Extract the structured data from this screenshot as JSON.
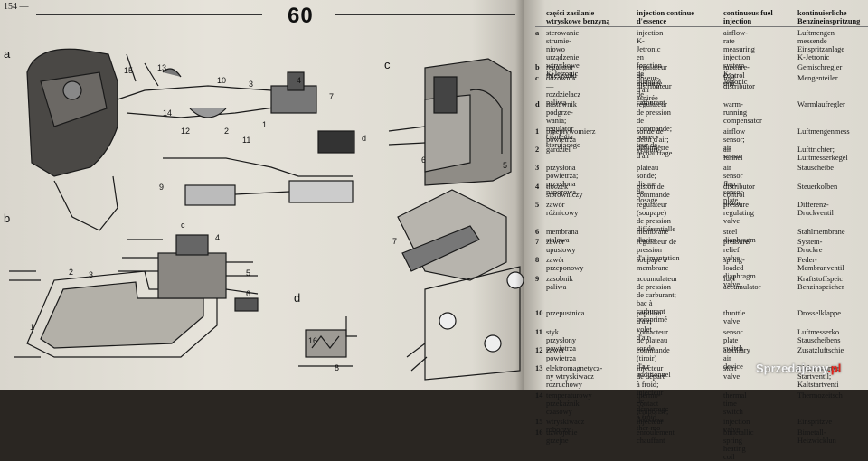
{
  "left_page": {
    "page_number": "154 —",
    "chapter_number": "60",
    "figures": {
      "a": {
        "letter": "a",
        "callouts": [
          "15",
          "13",
          "10",
          "3",
          "4",
          "7",
          "1",
          "2",
          "14",
          "12",
          "11",
          "d",
          "9"
        ]
      },
      "b": {
        "letter": "b",
        "callouts": [
          "c",
          "4",
          "5",
          "6",
          "2",
          "3",
          "1"
        ]
      },
      "c": {
        "letter": "c",
        "callouts": [
          "6",
          "5",
          "7"
        ]
      },
      "d": {
        "letter": "d",
        "callouts": [
          "16",
          "8"
        ]
      }
    }
  },
  "right_page": {
    "headers": {
      "polish": "części zasilanie\nwtryskowe benzyną",
      "french": "injection continue\nd'essence",
      "english": "continuous fuel\ninjection",
      "german": "kontinuierliche\nBenzineinspritzung"
    },
    "rows": [
      {
        "num": "a",
        "pl": "sterowanie strumie-\nniowo urządzenie\nwtryskowe\nK-Jetronic",
        "fr": "injection K-Jetronic\nen fonction\nde quantité d'air\naspirée",
        "en": "airflow-rate\nmeasuring\ninjection system\nK-Jetronic",
        "de": "Luftmengen\nmessende\nEinspritzanlage\nK-Jetronic"
      },
      {
        "num": "b",
        "pl": "regulator mieszanki",
        "fr": "régulateur de mélange",
        "en": "mixture-control unit",
        "de": "Gemischregler"
      },
      {
        "num": "c",
        "pl": "dozownik\n— rozdzielacz\npaliwa",
        "fr": "doseur-distributeur\nde carburant",
        "en": "fuel distributor",
        "de": "Mengenteiler"
      },
      {
        "num": "d",
        "pl": "nastawnik podgrze-\nwania; regulator\nciśnienia sterującego",
        "fr": "régulateur de pression\nde commande; correc-\nteur de réchauffage",
        "en": "warm-running\ncompensator",
        "de": "Warmlaufregler"
      },
      {
        "num": "1",
        "pl": "przepływomierz\npowietrza",
        "fr": "sonde de débit d'air;\ndébitmètre d'air",
        "en": "airflow sensor; air\nsensor",
        "de": "Luftmengenmess"
      },
      {
        "num": "2",
        "pl": "gardziel",
        "fr": "venturi",
        "en": "air funnel",
        "de": "Lufttrichter;\nLuftmesserkegel"
      },
      {
        "num": "3",
        "pl": "przysłona powietrza;\nprzysłona naporowa",
        "fr": "plateau sonde;\ndisque de dosage",
        "en": "air sensor flap;\nsensor plate",
        "de": "Stauscheibe"
      },
      {
        "num": "4",
        "pl": "tłoczek sterowniczy",
        "fr": "piston de commande",
        "en": "distributor control\npiston",
        "de": "Steuerkolben"
      },
      {
        "num": "5",
        "pl": "zawór różnicowy",
        "fr": "régulateur (soupape)\nde pression\ndifférentielle",
        "en": "pressure regulating\nvalve",
        "de": "Differenz-\nDruckventil"
      },
      {
        "num": "6",
        "pl": "membrana stalowa",
        "fr": "membrane d'acier",
        "en": "steel diaphragm",
        "de": "Stahlmembrane"
      },
      {
        "num": "7",
        "pl": "zawór upustowy",
        "fr": "régulateur de pression\nd'alimentation",
        "en": "pressure relief valve",
        "de": "System-Druckre"
      },
      {
        "num": "8",
        "pl": "zawór przeponowy",
        "fr": "soupape à membrane",
        "en": "spring-loaded\ndiaphragm valve",
        "de": "Feder-\nMembranventil"
      },
      {
        "num": "9",
        "pl": "zasobnik paliwa",
        "fr": "accumulateur de pression\nde carburant;\nbac à carburant\ncomprimé",
        "en": "fuel accumulator",
        "de": "Kraftstoffspeic\nBenzinspeicher"
      },
      {
        "num": "10",
        "pl": "przepustnica",
        "fr": "papillon d'air; volet\nd'air",
        "en": "throttle valve",
        "de": "Drosselklappe"
      },
      {
        "num": "11",
        "pl": "styk przysłony\npowietrza",
        "fr": "contacteur\nde plateau sonde",
        "en": "sensor plate switch",
        "de": "Luftmesserko\nStauscheibens"
      },
      {
        "num": "12",
        "pl": "zawór powietrza",
        "fr": "commande (tiroir)\nd'air additionnel",
        "en": "auxiliary air device",
        "de": "Zusatzluftschie"
      },
      {
        "num": "13",
        "pl": "elektromagnetycz-\nny wtryskiwacz\nrozruchowy",
        "fr": "injecteur de départ\nà froid; injecteur de\ndémarrage à froid",
        "en": "start valve",
        "de": "Elektrostartve\nStartventil;\nKaltstartventi"
      },
      {
        "num": "14",
        "pl": "temperaturowy\nprzekaźnik czasowy",
        "fr": "thermo-contact\ntemporisé;\ndétecteur ther-mo",
        "en": "thermal time switch",
        "de": "Thermozeitsch"
      },
      {
        "num": "15",
        "pl": "wtryskiwacz roboczy",
        "fr": "injecteur",
        "en": "injection valve",
        "de": "Einspritzve"
      },
      {
        "num": "16",
        "pl": "uzwojenie grzejne",
        "fr": "enroulement\nchauffant",
        "en": "bimetallic spring\nheating coil",
        "de": "Bimetall-\nHeizwicklun"
      }
    ],
    "watermark": {
      "text": "Sprzedajemy",
      "suffix": ".pl"
    }
  }
}
